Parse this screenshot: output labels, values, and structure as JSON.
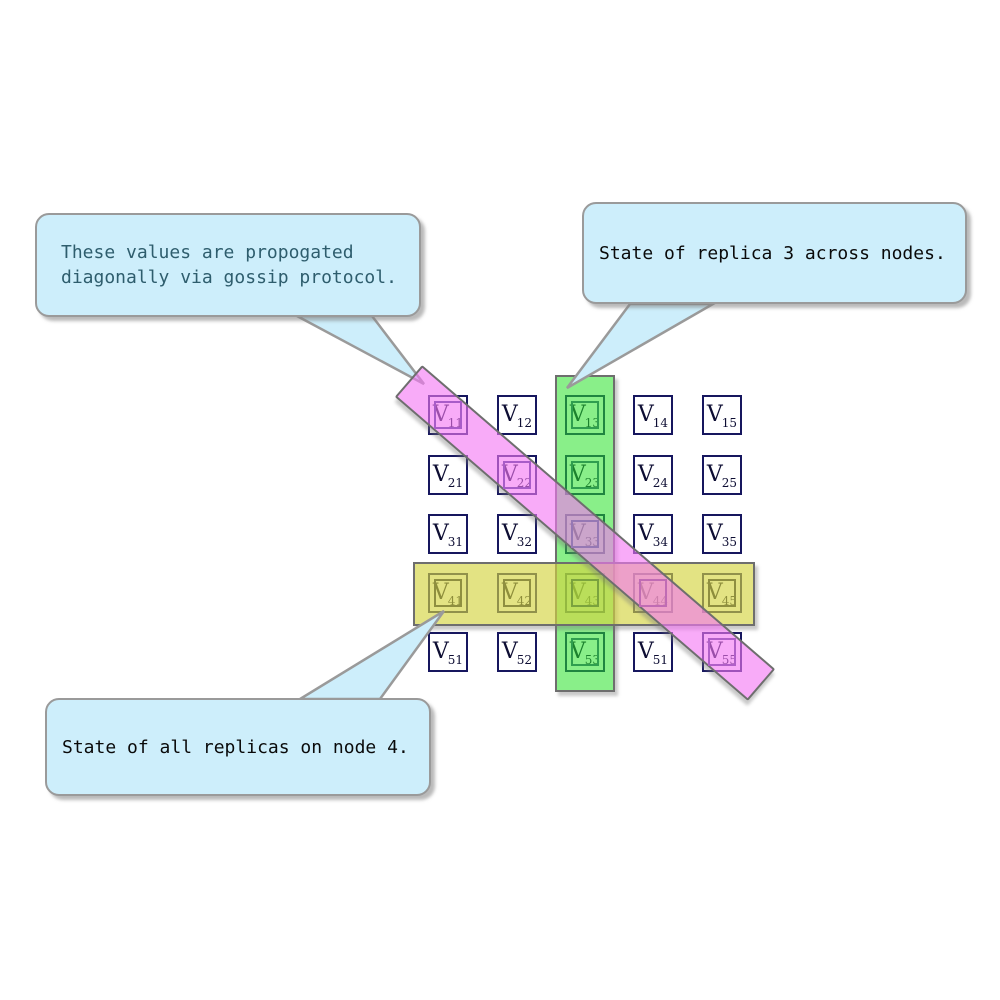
{
  "callouts": {
    "gossip": {
      "line1": "These values are propogated",
      "line2": "diagonally via gossip protocol.",
      "text_color": "#2e5d6d",
      "points_to": "diagonal-band"
    },
    "replica3": {
      "text": "State of replica 3 across nodes.",
      "text_color": "#0a0a0a",
      "points_to": "green-column-band"
    },
    "node4": {
      "text": "State of all replicas on node 4.",
      "text_color": "#0a0a0a",
      "points_to": "yellow-row-band"
    }
  },
  "matrix": {
    "rows": 5,
    "cols": 5,
    "cell_base": "V",
    "subscripts": [
      [
        "11",
        "12",
        "13",
        "14",
        "15"
      ],
      [
        "21",
        "22",
        "23",
        "24",
        "25"
      ],
      [
        "31",
        "32",
        "33",
        "34",
        "35"
      ],
      [
        "41",
        "42",
        "43",
        "44",
        "45"
      ],
      [
        "51",
        "52",
        "53",
        "51",
        "55"
      ]
    ]
  },
  "highlights": {
    "green_column": 3,
    "yellow_row": 4,
    "diagonal_cells": [
      "11",
      "22",
      "33",
      "44",
      "55"
    ],
    "inner_marks": [
      {
        "row": 1,
        "col": 3,
        "color": "#2f9e4f",
        "layer": "under"
      },
      {
        "row": 2,
        "col": 3,
        "color": "#2f9e4f",
        "layer": "under"
      },
      {
        "row": 5,
        "col": 3,
        "color": "#2f9e4f",
        "layer": "under"
      },
      {
        "row": 4,
        "col": 1,
        "color": "#8f8f40",
        "layer": "under"
      },
      {
        "row": 4,
        "col": 2,
        "color": "#8f8f40",
        "layer": "under"
      },
      {
        "row": 4,
        "col": 5,
        "color": "#8f8f40",
        "layer": "under"
      },
      {
        "row": 4,
        "col": 3,
        "color": "#7aa23e",
        "layer": "under"
      },
      {
        "row": 1,
        "col": 1,
        "color": "#a85cc8",
        "layer": "over"
      },
      {
        "row": 2,
        "col": 2,
        "color": "#a85cc8",
        "layer": "over"
      },
      {
        "row": 3,
        "col": 3,
        "color": "#9678b4",
        "layer": "over"
      },
      {
        "row": 4,
        "col": 4,
        "color": "#c06cb4",
        "layer": "over"
      },
      {
        "row": 5,
        "col": 5,
        "color": "#b05fc8",
        "layer": "over"
      }
    ]
  },
  "colors": {
    "callout_fill": "#cdeefb",
    "callout_border": "#9a9a9a",
    "cell_border": "#16165e",
    "cell_text": "#0d0d33",
    "green_band_fill": "rgba(40,225,40,0.55)",
    "yellow_band_fill": "rgba(212,212,64,0.65)",
    "pink_band_fill": "rgba(244,120,244,0.62)",
    "band_border": "#6e6e6e"
  }
}
